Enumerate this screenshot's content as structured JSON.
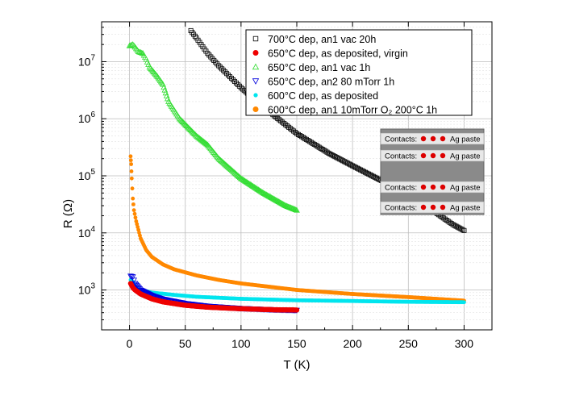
{
  "chart_data": {
    "type": "scatter",
    "xlabel": "T (K)",
    "ylabel": "R (Ω)",
    "xlim": [
      -25,
      325
    ],
    "ylim": [
      200,
      50000000
    ],
    "y_scale": "log",
    "x_ticks": [
      "0",
      "50",
      "100",
      "150",
      "200",
      "250",
      "300"
    ],
    "grid": true,
    "legend_position": "top-right",
    "series": [
      {
        "name": "700°C dep, an1 vac 20h",
        "color": "#000000",
        "marker": "open-square",
        "points": [
          [
            55,
            35000000.0
          ],
          [
            60,
            26000000.0
          ],
          [
            70,
            14000000.0
          ],
          [
            80,
            8500000.0
          ],
          [
            100,
            3500000.0
          ],
          [
            120,
            1600000.0
          ],
          [
            150,
            550000.0
          ],
          [
            180,
            240000.0
          ],
          [
            200,
            150000.0
          ],
          [
            230,
            75000.0
          ],
          [
            250,
            45000.0
          ],
          [
            270,
            26000.0
          ],
          [
            290,
            14000.0
          ],
          [
            300,
            11000.0
          ]
        ]
      },
      {
        "name": "650°C dep, as deposited, virgin",
        "color": "#ee0000",
        "marker": "filled-circle",
        "points": [
          [
            1,
            1300
          ],
          [
            3,
            1100
          ],
          [
            5,
            1000
          ],
          [
            10,
            850
          ],
          [
            20,
            700
          ],
          [
            30,
            620
          ],
          [
            50,
            540
          ],
          [
            70,
            500
          ],
          [
            100,
            470
          ],
          [
            130,
            450
          ],
          [
            150,
            445
          ]
        ]
      },
      {
        "name": "650°C dep, an1 vac 1h",
        "color": "#33dd33",
        "marker": "open-triangle",
        "points": [
          [
            0,
            19000000.0
          ],
          [
            3,
            20000000.0
          ],
          [
            5,
            18000000.0
          ],
          [
            8,
            15000000.0
          ],
          [
            12,
            14000000.0
          ],
          [
            15,
            11000000.0
          ],
          [
            18,
            8000000.0
          ],
          [
            25,
            5500000.0
          ],
          [
            30,
            4000000.0
          ],
          [
            35,
            2000000.0
          ],
          [
            45,
            1000000.0
          ],
          [
            60,
            500000.0
          ],
          [
            70,
            350000.0
          ],
          [
            80,
            200000.0
          ],
          [
            100,
            90000.0
          ],
          [
            120,
            50000.0
          ],
          [
            140,
            30000.0
          ],
          [
            150,
            25000.0
          ]
        ]
      },
      {
        "name": "650°C dep, an2 80 mTorr 1h",
        "color": "#0000dd",
        "marker": "open-triangle-down",
        "points": [
          [
            1,
            1750
          ],
          [
            3,
            1700
          ],
          [
            5,
            1300
          ],
          [
            10,
            1000
          ],
          [
            20,
            800
          ],
          [
            30,
            690
          ],
          [
            50,
            580
          ],
          [
            70,
            520
          ],
          [
            100,
            475
          ],
          [
            130,
            450
          ],
          [
            150,
            440
          ]
        ]
      },
      {
        "name": "600°C dep, as deposited",
        "color": "#00e5ee",
        "marker": "dot",
        "points": [
          [
            1,
            1500
          ],
          [
            3,
            1400
          ],
          [
            5,
            1150
          ],
          [
            10,
            1000
          ],
          [
            20,
            900
          ],
          [
            40,
            820
          ],
          [
            60,
            760
          ],
          [
            100,
            700
          ],
          [
            150,
            660
          ],
          [
            200,
            640
          ],
          [
            250,
            620
          ],
          [
            300,
            610
          ]
        ]
      },
      {
        "name": "600°C dep, an1 10mTorr O₂ 200°C 1h",
        "color": "#ff8800",
        "marker": "filled-circle",
        "points": [
          [
            1,
            220000.0
          ],
          [
            1.5,
            160000.0
          ],
          [
            2,
            90000.0
          ],
          [
            3,
            40000.0
          ],
          [
            4,
            25000.0
          ],
          [
            6,
            16000.0
          ],
          [
            10,
            8000
          ],
          [
            15,
            5000
          ],
          [
            20,
            3800
          ],
          [
            30,
            2800
          ],
          [
            40,
            2300
          ],
          [
            60,
            1800
          ],
          [
            80,
            1500
          ],
          [
            100,
            1300
          ],
          [
            150,
            1000
          ],
          [
            200,
            850
          ],
          [
            250,
            750
          ],
          [
            300,
            650
          ]
        ]
      }
    ],
    "inset": {
      "label_contacts": "Contacts:",
      "label_paste": "Ag paste",
      "rows": 4
    }
  }
}
